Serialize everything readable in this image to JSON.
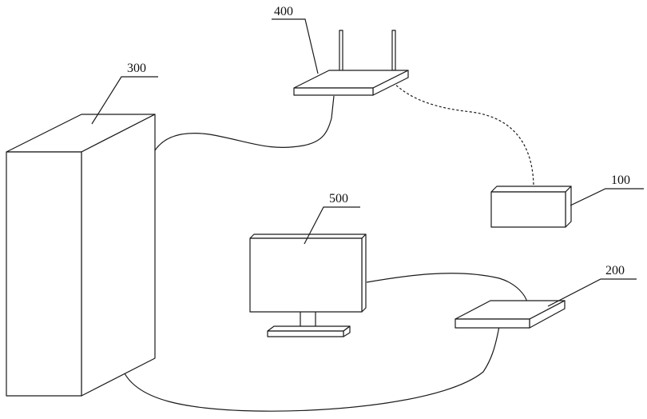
{
  "labels": {
    "server": "300",
    "router": "400",
    "box": "100",
    "monitor": "500",
    "pad": "200"
  }
}
